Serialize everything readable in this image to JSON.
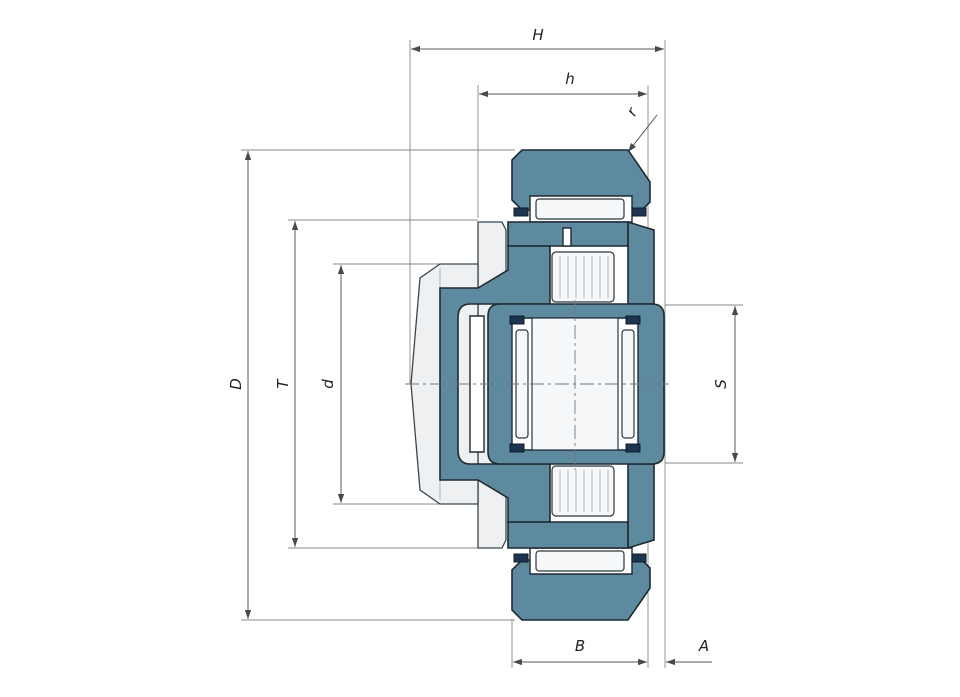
{
  "drawing": {
    "dimensions": {
      "H": "H",
      "h": "h",
      "r": "r",
      "D": "D",
      "T": "T",
      "d": "d",
      "S": "S",
      "B": "B",
      "A": "A"
    },
    "colors": {
      "steel": "#5d8a9f",
      "outline": "#1e2a33",
      "dimension_line": "#5a5a5a",
      "seal": "#1e3550"
    }
  }
}
